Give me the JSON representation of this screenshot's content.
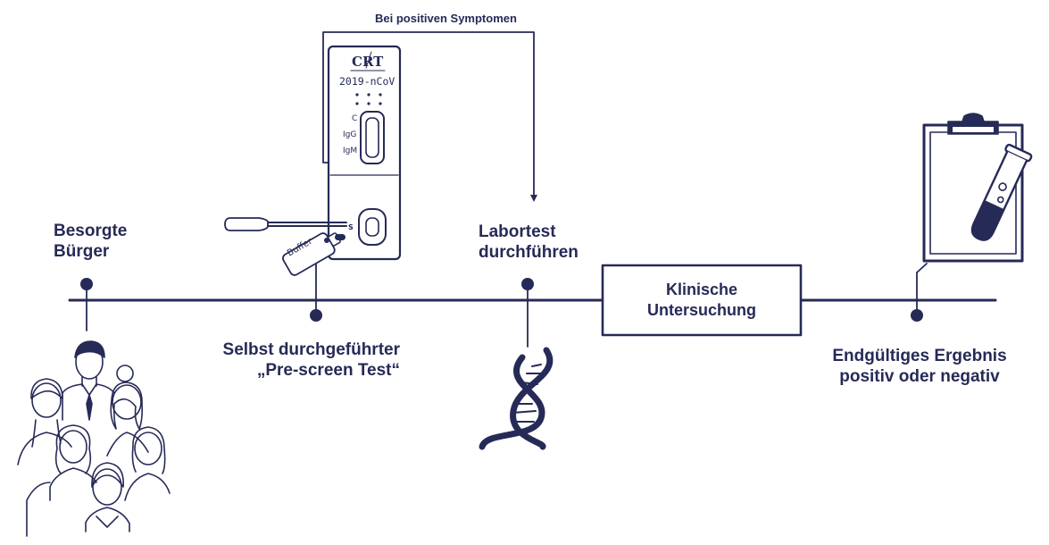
{
  "colors": {
    "primary": "#262a57",
    "background": "#ffffff"
  },
  "symptoms_label": "Bei positiven Symptomen",
  "device": {
    "logo": "CRT",
    "name": "2019-nCoV",
    "markers": [
      "C",
      "IgG",
      "IgM"
    ],
    "sample_well_label": "S",
    "buffer_label": "Buffer"
  },
  "stages": [
    {
      "id": "citizens",
      "lines": [
        "Besorgte",
        "Bürger"
      ],
      "icon": "people-group-icon"
    },
    {
      "id": "prescreen",
      "lines": [
        "Selbst durchgeführter",
        "„Pre-screen Test“"
      ],
      "icon": "rapid-test-device-icon"
    },
    {
      "id": "labtest",
      "lines": [
        "Labortest",
        "durchführen"
      ],
      "icon": "dna-icon"
    },
    {
      "id": "clinical",
      "lines": [
        "Klinische",
        "Untersuchung"
      ]
    },
    {
      "id": "result",
      "lines": [
        "Endgültiges Ergebnis",
        "positiv oder negativ"
      ],
      "icon": "clipboard-test-tube-icon"
    }
  ]
}
